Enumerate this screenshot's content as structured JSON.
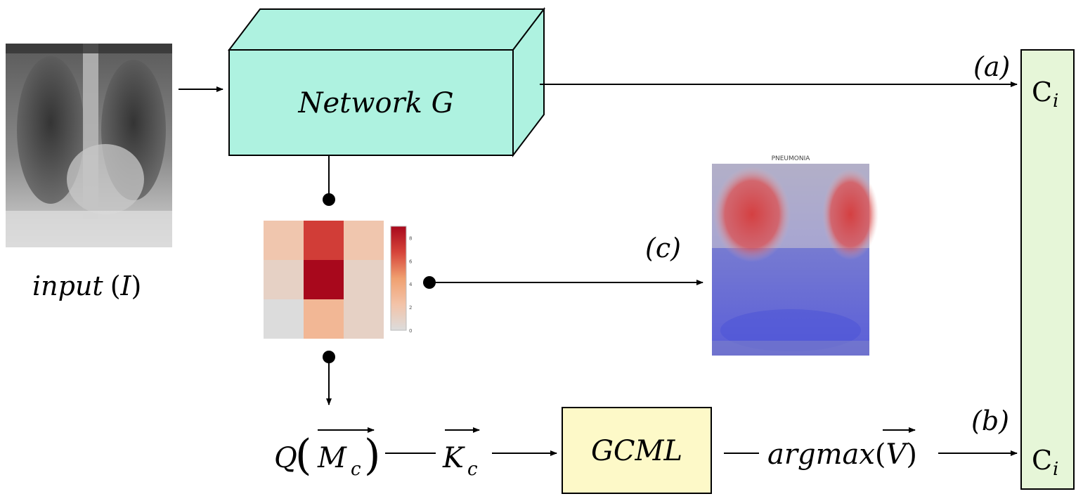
{
  "input": {
    "label_word": "input",
    "label_paren_open": "(",
    "label_symbol": "I",
    "label_paren_close": ")"
  },
  "network": {
    "label": "Network G",
    "face_color": "#aef2e0"
  },
  "heatmap": {
    "cells": [
      [
        2,
        7,
        2
      ],
      [
        1,
        9,
        1
      ],
      [
        0,
        3,
        1
      ]
    ],
    "vmin": 0,
    "vmax": 9,
    "colorbar_ticks": [
      "0",
      "2",
      "4",
      "6",
      "8"
    ]
  },
  "cam": {
    "title": "PNEUMONIA"
  },
  "paths": {
    "a": "(a)",
    "b": "(b)",
    "c": "(c)"
  },
  "formula": {
    "q_prefix": "Q",
    "m_symbol": "M",
    "m_sub": "c",
    "k_symbol": "K",
    "k_sub": "c",
    "argmax_label": "argmax",
    "v_symbol": "V"
  },
  "gcml": {
    "label": "GCML",
    "fill": "#fdf9c8"
  },
  "output": {
    "c_symbol": "C",
    "c_sub": "i",
    "fill": "#e6f6d8"
  }
}
